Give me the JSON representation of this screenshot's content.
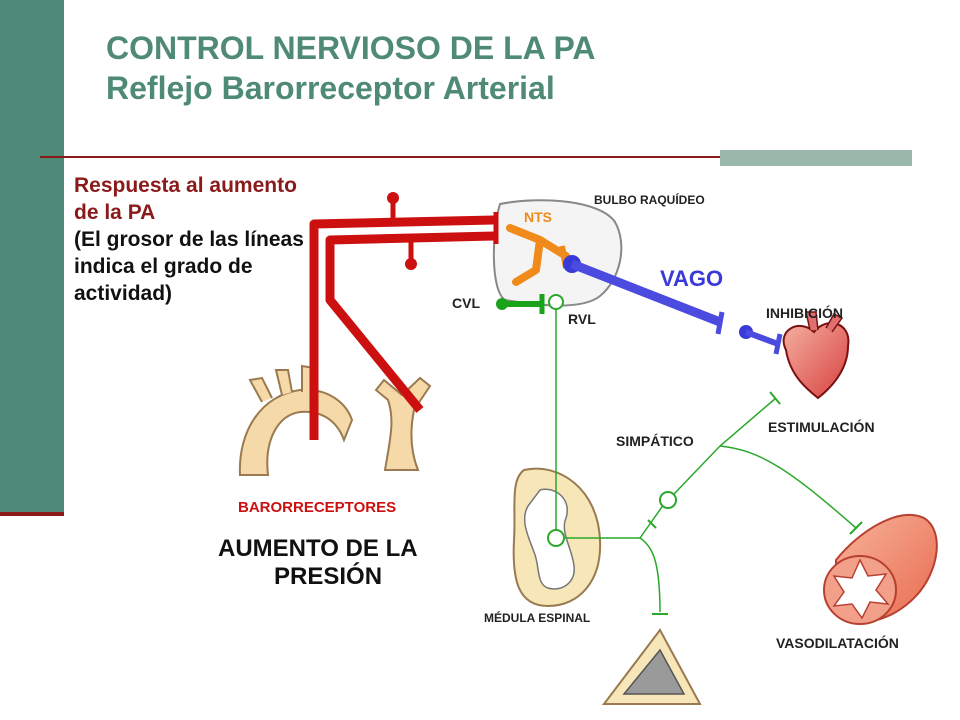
{
  "slide": {
    "title_line1": "CONTROL NERVIOSO DE LA PA",
    "title_line2": "Reflejo Barorreceptor Arterial",
    "note_red": "Respuesta al aumento de la PA",
    "note_black": "(El grosor de las líneas indica el grado de actividad)"
  },
  "diagram": {
    "bulbo": "BULBO RAQUÍDEO",
    "nts": "NTS",
    "cvl": "CVL",
    "rvl": "RVL",
    "vago": "VAGO",
    "inhibicion": "INHIBICIÓN",
    "estimulacion": "ESTIMULACIÓN",
    "simpatico": "SIMPÁTICO",
    "barorreceptores": "BARORRECEPTORES",
    "aumento_line1": "AUMENTO DE LA",
    "aumento_line2": "PRESIÓN",
    "medula": "MÉDULA ESPINAL",
    "vasodilatacion": "VASODILATACIÓN"
  },
  "colors": {
    "sidebar": "#4f8a78",
    "title": "#4f8a78",
    "accent_red": "#8b1a1a",
    "afferent_red": "#cc1010",
    "nts_orange": "#f08a1a",
    "cvl_green": "#1aa31a",
    "vagus_blue": "#4b4be0",
    "sympathetic_green": "#2aa82a"
  }
}
